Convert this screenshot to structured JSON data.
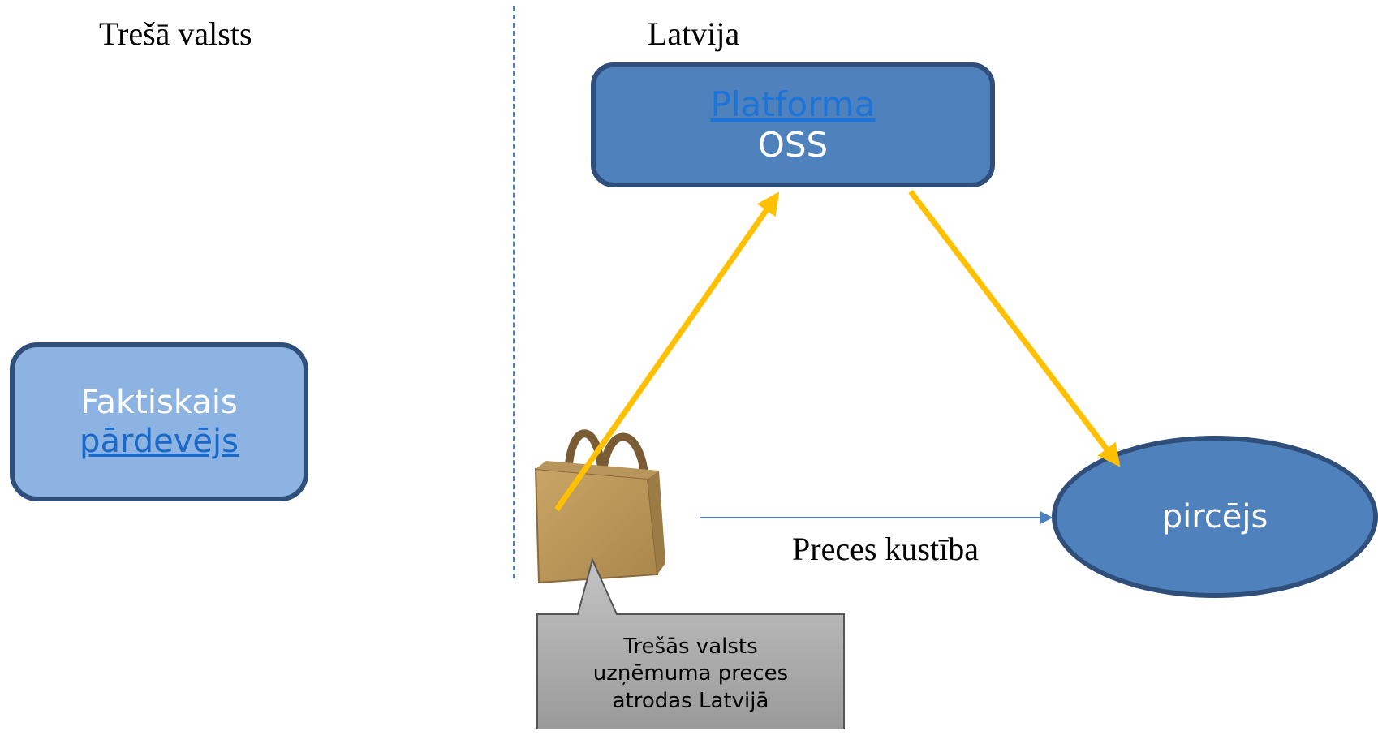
{
  "regions": {
    "left": "Trešā valsts",
    "right": "Latvija"
  },
  "platform": {
    "line1": "Platforma",
    "line2": "OSS"
  },
  "seller": {
    "line1": "Faktiskais",
    "line2": "pārdevējs"
  },
  "buyer": {
    "label": "pircējs"
  },
  "goods_flow_label": "Preces kustība",
  "callout": {
    "line1": "Trešās valsts",
    "line2": "uzņēmuma preces",
    "line3": "atrodas Latvijā"
  },
  "colors": {
    "box_dark": "#4f81bd",
    "box_light": "#8db3e2",
    "outline": "#2f4f7a",
    "arrow_yellow": "#ffc000",
    "arrow_blue": "#4a7fc0",
    "link": "#1a68c8"
  },
  "icons": {
    "goods": "shopping-bag-icon"
  }
}
